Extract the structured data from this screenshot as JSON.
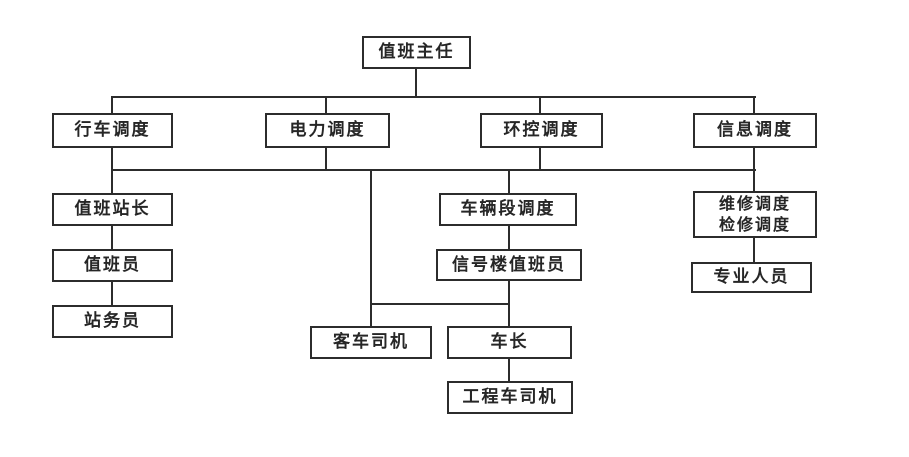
{
  "diagram": {
    "background_color": "#ffffff",
    "line_color": "#2c2c2c",
    "nodes": {
      "duty_director": {
        "label": "值班主任"
      },
      "train_dispatch": {
        "label": "行车调度"
      },
      "power_dispatch": {
        "label": "电力调度"
      },
      "envctrl_dispatch": {
        "label": "环控调度"
      },
      "info_dispatch": {
        "label": "信息调度"
      },
      "duty_stationmaster": {
        "label": "值班站长"
      },
      "duty_officer": {
        "label": "值班员"
      },
      "station_attendant": {
        "label": "站务员"
      },
      "depot_dispatch": {
        "label": "车辆段调度"
      },
      "signal_tower_duty": {
        "label": "信号楼值班员"
      },
      "maint_dispatch": {
        "label": "维修调度\n检修调度"
      },
      "professional_staff": {
        "label": "专业人员"
      },
      "passenger_driver": {
        "label": "客车司机"
      },
      "train_captain": {
        "label": "车长"
      },
      "engineering_driver": {
        "label": "工程车司机"
      }
    },
    "edges": [
      "duty_director -> train_dispatch",
      "duty_director -> power_dispatch",
      "duty_director -> envctrl_dispatch",
      "duty_director -> info_dispatch",
      "train_dispatch -> duty_stationmaster",
      "duty_stationmaster -> duty_officer",
      "duty_officer -> station_attendant",
      "mid_bus -> depot_dispatch",
      "depot_dispatch -> signal_tower_duty",
      "signal_tower_duty -> train_captain",
      "mid_bus -> passenger_driver",
      "train_captain -> engineering_driver",
      "info_dispatch -> maint_dispatch",
      "maint_dispatch -> professional_staff"
    ]
  }
}
